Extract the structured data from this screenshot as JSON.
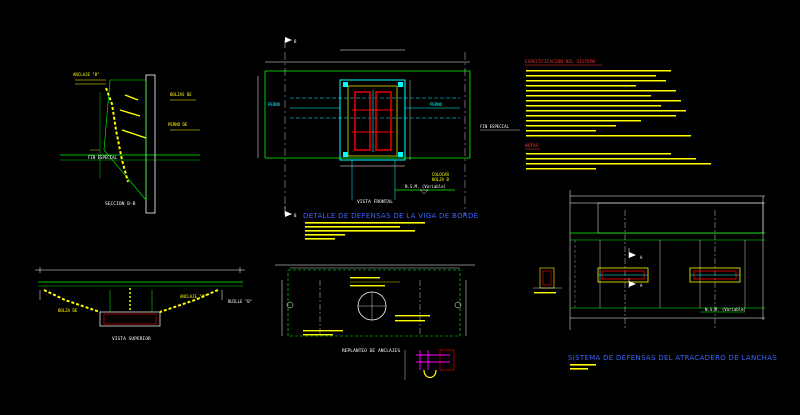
{
  "sheet": {
    "views": {
      "section_b": "SECCION B-B",
      "top_view": "VISTA SUPERIOR",
      "front_view": "VISTA FRONTAL",
      "anchor_layout": "REPLANTEO DE ANCLAJES"
    },
    "main_titles": {
      "fender_detail": "DETALLE DE DEFENSAS DE LA VIGA DE BORDE",
      "fender_system": "SISTEMA DE DEFENSAS DEL ATRACADERO DE LANCHAS"
    },
    "section_labels": {
      "a": "A",
      "b": "B"
    },
    "notes": {
      "specs_title": "ESPECIFICACION DEL SISTEMA",
      "notes_title": "NOTAS"
    },
    "colors": {
      "background": "#000000",
      "green": "#00ff00",
      "yellow": "#ffff00",
      "cyan": "#00ffff",
      "red": "#ff0000",
      "white": "#ffffff",
      "magenta": "#ff00ff",
      "blue": "#3b63ff"
    }
  }
}
